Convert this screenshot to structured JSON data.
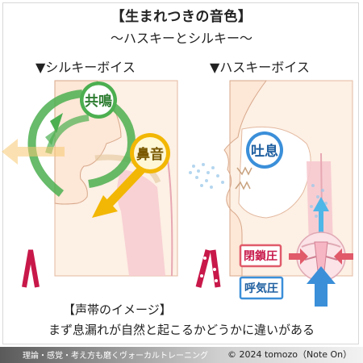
{
  "title": "【生まれつきの音色】",
  "subtitle": "〜ハスキーとシルキー〜",
  "left_heading": "▼シルキーボイス",
  "right_heading": "▼ハスキーボイス",
  "labels": {
    "resonance": "共鳴",
    "nasal": "鼻音",
    "breath": "吐息",
    "closure_pressure": "閉鎖圧",
    "exhalation_pressure": "呼気圧"
  },
  "caption_heading": "【声帯のイメージ】",
  "caption_text": "まず息漏れが自然と起こるかどうかに違いがある",
  "footer_left": "理論・感覚・考え方も磨くヴォーカルトレーニング",
  "footer_right": "© 2024 tomozo（Note On）",
  "colors": {
    "resonance_green": "#4caf50",
    "nasal_yellow": "#f2b705",
    "breath_blue": "#3b8fd9",
    "closure_red": "#e05a6a",
    "vocal_cord_red": "#c8184a",
    "skin": "#fde7d6",
    "throat_pink": "#f6c9cf"
  }
}
